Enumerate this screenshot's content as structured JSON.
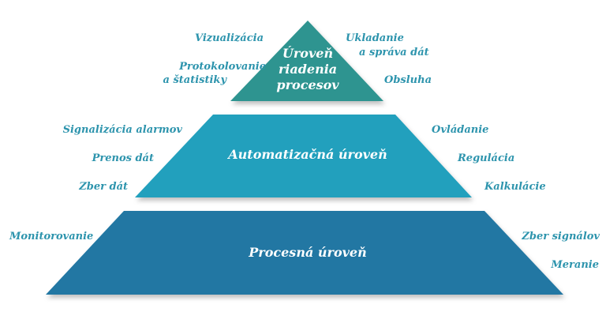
{
  "diagram": {
    "tiers": [
      {
        "id": "top",
        "title_lines": [
          "Úroveň",
          "riadenia",
          "procesov"
        ],
        "color": "#2e9490",
        "left_labels": [
          "Vizualizácia",
          "Protokolovanie",
          "a štatistiky"
        ],
        "right_labels": [
          "Ukladanie",
          "a správa dát",
          "Obsluha"
        ]
      },
      {
        "id": "middle",
        "title": "Automatizačná úroveň",
        "color": "#21a0bd",
        "left_labels": [
          "Signalizácia alarmov",
          "Prenos dát",
          "Zber dát"
        ],
        "right_labels": [
          "Ovládanie",
          "Regulácia",
          "Kalkulácie"
        ]
      },
      {
        "id": "bottom",
        "title": "Procesná úroveň",
        "color": "#2277a3",
        "left_labels": [
          "Monitorovanie"
        ],
        "right_labels": [
          "Zber signálov",
          "Meranie"
        ]
      }
    ],
    "label_color": "#2d94ad"
  }
}
